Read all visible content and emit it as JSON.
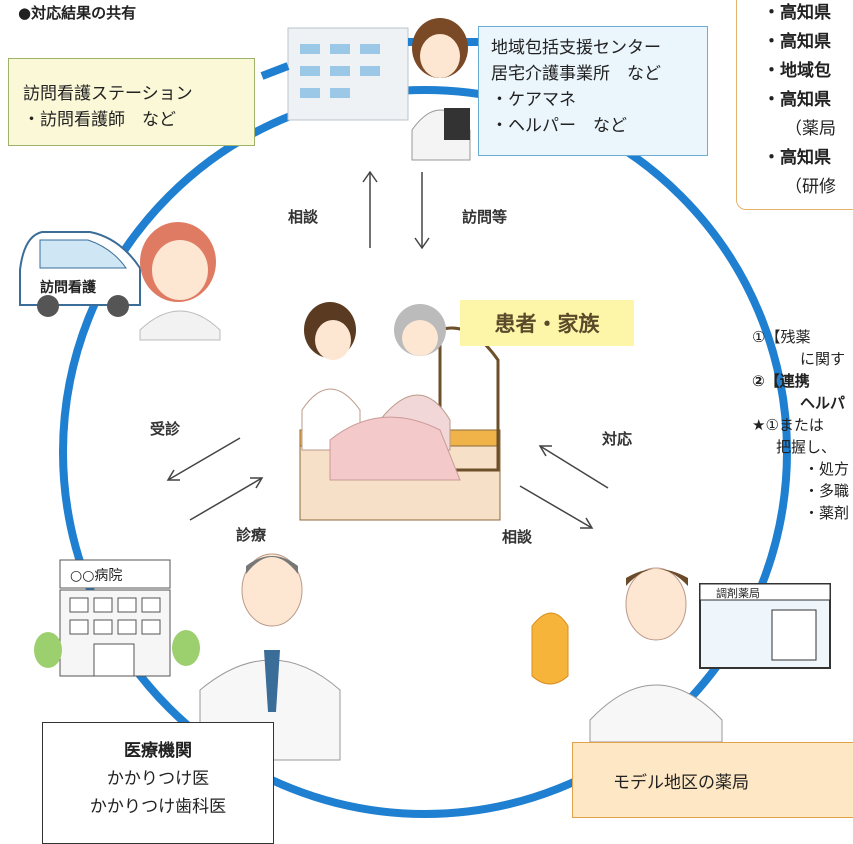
{
  "section_title": "●対応結果の共有",
  "nurse_station": {
    "line1": "訪問看護ステーション",
    "line2": "・訪問看護師　など"
  },
  "care_center": {
    "line1": "地域包括支援センター",
    "line2": "居宅介護事業所　など",
    "line3": "・ケアマネ",
    "line4": "・ヘルパー　など"
  },
  "top_right": {
    "item1": "・高知県",
    "item2": "・高知県",
    "item3": "・地域包",
    "item4": "・高知県",
    "item4_sub": "（薬局",
    "item5": "・高知県",
    "item5_sub": "（研修"
  },
  "patient_family": "患者・家族",
  "arrows": {
    "consult_top": "相談",
    "visit": "訪問等",
    "consultation": "受診",
    "medical_care": "診療",
    "response": "対応",
    "consult_bottom": "相談"
  },
  "right_panel": {
    "line1": "①【残薬",
    "line2": "に関す",
    "line3": "②【連携",
    "line4": "ヘルパ",
    "line5": "★①または",
    "line6": "把握し、",
    "line7": "・処方",
    "line8": "・多職",
    "line9": "・薬剤"
  },
  "medical_institution": {
    "title": "医療機関",
    "line1": "かかりつけ医",
    "line2": "かかりつけ歯科医"
  },
  "pharmacy_box": "モデル地区の薬局",
  "car_label": "訪問看護",
  "hospital_sign": "○○病院",
  "pharmacy_sign": "調剤薬局"
}
